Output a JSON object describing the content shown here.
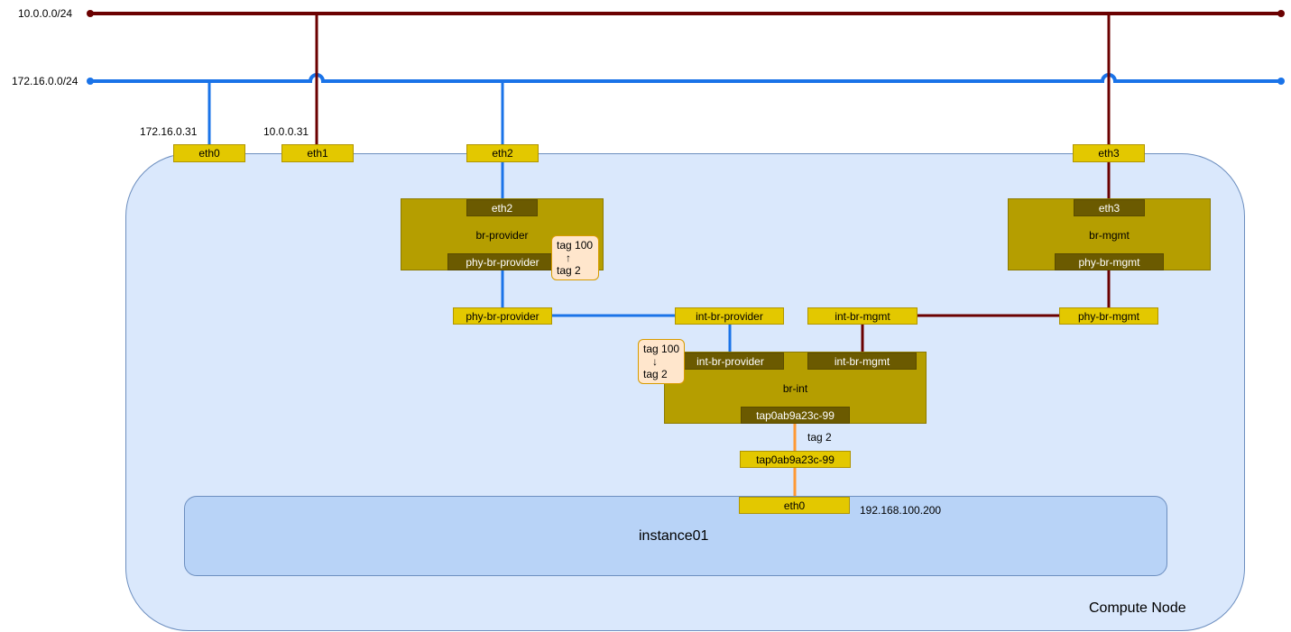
{
  "colors": {
    "mgmt_network": "#6b0000",
    "provider_network": "#1a73e8",
    "instance_link": "#ff9933",
    "node_fill": "#dae8fc",
    "instance_fill": "#b8d3f7",
    "port_fill": "#e3c800",
    "bridge_fill": "#b59e00",
    "bridge_port_fill": "#6b5a00",
    "tag_fill": "#ffe6cc"
  },
  "networks": {
    "mgmt_label": "10.0.0.0/24",
    "provider_label": "172.16.0.0/24"
  },
  "node": {
    "label": "Compute Node",
    "ip_eth0": "172.16.0.31",
    "ip_eth1": "10.0.0.31",
    "ports": {
      "eth0": "eth0",
      "eth1": "eth1",
      "eth2": "eth2",
      "eth3": "eth3"
    }
  },
  "br_provider": {
    "name": "br-provider",
    "port_top": "eth2",
    "port_bottom": "phy-br-provider",
    "ext_port": "phy-br-provider",
    "tag_line1": "tag 100",
    "tag_arrow": "↑",
    "tag_line2": "tag 2"
  },
  "br_mgmt": {
    "name": "br-mgmt",
    "port_top": "eth3",
    "port_bottom": "phy-br-mgmt",
    "ext_port": "phy-br-mgmt"
  },
  "br_int": {
    "name": "br-int",
    "port_provider": "int-br-provider",
    "port_mgmt": "int-br-mgmt",
    "port_tap": "tap0ab9a23c-99",
    "ext_provider": "int-br-provider",
    "ext_mgmt": "int-br-mgmt",
    "tag_line1": "tag 100",
    "tag_arrow": "↓",
    "tag_line2": "tag 2"
  },
  "tap": {
    "name": "tap0ab9a23c-99",
    "tag_label": "tag 2"
  },
  "instance": {
    "name": "instance01",
    "port": "eth0",
    "ip": "192.168.100.200"
  }
}
